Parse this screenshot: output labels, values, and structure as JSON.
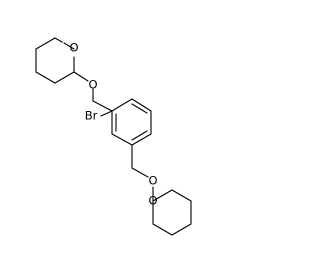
{
  "molecule": {
    "atoms": {
      "o_top_ring": "O",
      "o_top_ether": "O",
      "br": "Br",
      "o_bottom_ether": "O",
      "o_bottom_ring": "O"
    }
  }
}
